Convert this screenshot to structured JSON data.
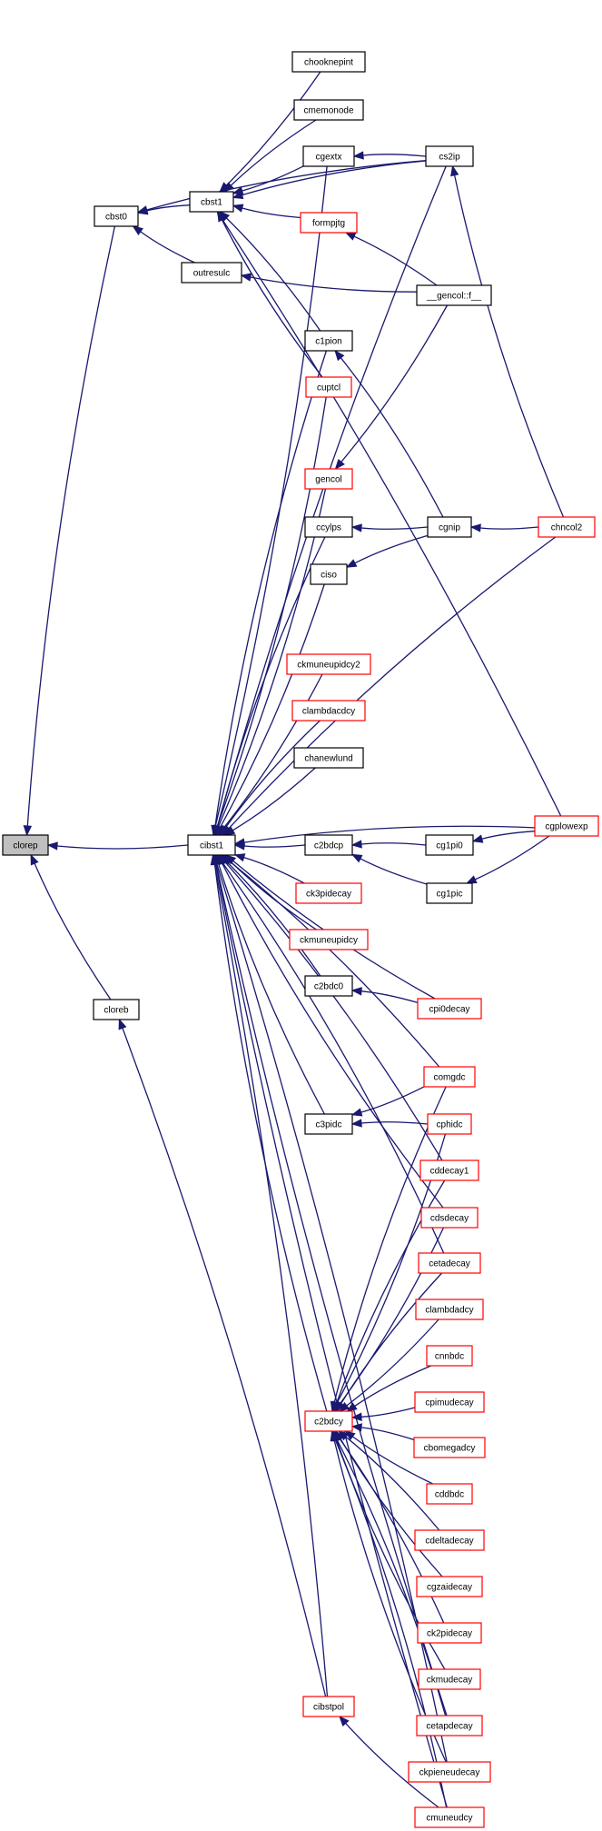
{
  "colors": {
    "background": "#ffffff",
    "edge": "#191970",
    "node_fill": "#ffffff",
    "node_fill_root": "#bfbfbf",
    "border_documented": "#000000",
    "border_truncated": "#ff0000",
    "text": "#000000"
  },
  "nodes": [
    {
      "id": "clorep",
      "label": "clorep",
      "root": true
    },
    {
      "id": "cibst1",
      "label": "cibst1"
    },
    {
      "id": "cbst0",
      "label": "cbst0"
    },
    {
      "id": "cloreb",
      "label": "cloreb"
    },
    {
      "id": "cbst1",
      "label": "cbst1"
    },
    {
      "id": "outresulc",
      "label": "outresulc"
    },
    {
      "id": "chooknepint",
      "label": "chooknepint"
    },
    {
      "id": "cmemonode",
      "label": "cmemonode"
    },
    {
      "id": "cgextx",
      "label": "cgextx"
    },
    {
      "id": "cs2ip",
      "label": "cs2ip"
    },
    {
      "id": "formpjtg",
      "label": "formpjtg",
      "truncated": true
    },
    {
      "id": "gencol_f",
      "label": "__gencol::f__"
    },
    {
      "id": "c1pion",
      "label": "c1pion"
    },
    {
      "id": "cuptcl",
      "label": "cuptcl",
      "truncated": true
    },
    {
      "id": "gencol",
      "label": "gencol",
      "truncated": true
    },
    {
      "id": "ccylps",
      "label": "ccylps"
    },
    {
      "id": "cgnip",
      "label": "cgnip"
    },
    {
      "id": "chncol2",
      "label": "chncol2",
      "truncated": true
    },
    {
      "id": "ciso",
      "label": "ciso"
    },
    {
      "id": "ckmuneupidcy2",
      "label": "ckmuneupidcy2",
      "truncated": true
    },
    {
      "id": "clambdacdcy",
      "label": "clambdacdcy",
      "truncated": true
    },
    {
      "id": "chanewlund",
      "label": "chanewlund"
    },
    {
      "id": "c2bdcp",
      "label": "c2bdcp"
    },
    {
      "id": "cg1pi0",
      "label": "cg1pi0"
    },
    {
      "id": "cgplowexp",
      "label": "cgplowexp",
      "truncated": true
    },
    {
      "id": "ck3pidecay",
      "label": "ck3pidecay",
      "truncated": true
    },
    {
      "id": "cg1pic",
      "label": "cg1pic"
    },
    {
      "id": "ckmuneupidcy",
      "label": "ckmuneupidcy",
      "truncated": true
    },
    {
      "id": "c2bdc0",
      "label": "c2bdc0"
    },
    {
      "id": "cpi0decay",
      "label": "cpi0decay",
      "truncated": true
    },
    {
      "id": "comgdc",
      "label": "comgdc",
      "truncated": true
    },
    {
      "id": "c3pidc",
      "label": "c3pidc"
    },
    {
      "id": "cphidc",
      "label": "cphidc",
      "truncated": true
    },
    {
      "id": "cddecay1",
      "label": "cddecay1",
      "truncated": true
    },
    {
      "id": "cdsdecay",
      "label": "cdsdecay",
      "truncated": true
    },
    {
      "id": "cetadecay",
      "label": "cetadecay",
      "truncated": true
    },
    {
      "id": "clambdadcy",
      "label": "clambdadcy",
      "truncated": true
    },
    {
      "id": "cnnbdc",
      "label": "cnnbdc",
      "truncated": true
    },
    {
      "id": "c2bdcy",
      "label": "c2bdcy",
      "truncated": true
    },
    {
      "id": "cpimudecay",
      "label": "cpimudecay",
      "truncated": true
    },
    {
      "id": "cbomegadcy",
      "label": "cbomegadcy",
      "truncated": true
    },
    {
      "id": "cddbdc",
      "label": "cddbdc",
      "truncated": true
    },
    {
      "id": "cdeltadecay",
      "label": "cdeltadecay",
      "truncated": true
    },
    {
      "id": "cgzaidecay",
      "label": "cgzaidecay",
      "truncated": true
    },
    {
      "id": "ck2pidecay",
      "label": "ck2pidecay",
      "truncated": true
    },
    {
      "id": "ckmudecay",
      "label": "ckmudecay",
      "truncated": true
    },
    {
      "id": "cibstpol",
      "label": "cibstpol",
      "truncated": true
    },
    {
      "id": "cetapdecay",
      "label": "cetapdecay",
      "truncated": true
    },
    {
      "id": "ckpieneudecay",
      "label": "ckpieneudecay",
      "truncated": true
    },
    {
      "id": "cmuneudcy",
      "label": "cmuneudcy",
      "truncated": true
    }
  ],
  "edges": [
    [
      "cibst1",
      "clorep"
    ],
    [
      "cbst0",
      "clorep"
    ],
    [
      "cloreb",
      "clorep"
    ],
    [
      "cbst1",
      "cbst0"
    ],
    [
      "outresulc",
      "cbst0"
    ],
    [
      "cs2ip",
      "cbst0"
    ],
    [
      "chooknepint",
      "cbst1"
    ],
    [
      "cmemonode",
      "cbst1"
    ],
    [
      "cgextx",
      "cbst1"
    ],
    [
      "cs2ip",
      "cbst1"
    ],
    [
      "formpjtg",
      "cbst1"
    ],
    [
      "c1pion",
      "cbst1"
    ],
    [
      "cuptcl",
      "cbst1"
    ],
    [
      "cgplowexp",
      "cbst1"
    ],
    [
      "gencol_f",
      "outresulc"
    ],
    [
      "cs2ip",
      "cgextx"
    ],
    [
      "chncol2",
      "cs2ip"
    ],
    [
      "gencol_f",
      "formpjtg"
    ],
    [
      "gencol_f",
      "gencol"
    ],
    [
      "cgnip",
      "c1pion"
    ],
    [
      "cgnip",
      "ccylps"
    ],
    [
      "cgnip",
      "ciso"
    ],
    [
      "chncol2",
      "cgnip"
    ],
    [
      "cg1pi0",
      "c2bdcp"
    ],
    [
      "cg1pic",
      "c2bdcp"
    ],
    [
      "cgplowexp",
      "cg1pi0"
    ],
    [
      "cgplowexp",
      "cg1pic"
    ],
    [
      "cpi0decay",
      "c2bdc0"
    ],
    [
      "comgdc",
      "c3pidc"
    ],
    [
      "cphidc",
      "c3pidc"
    ],
    [
      "cmuneudcy",
      "cibstpol"
    ],
    [
      "cibstpol",
      "cloreb"
    ],
    [
      "cgextx",
      "cibst1"
    ],
    [
      "cs2ip",
      "cibst1"
    ],
    [
      "cuptcl",
      "cibst1"
    ],
    [
      "c1pion",
      "cibst1"
    ],
    [
      "gencol",
      "cibst1"
    ],
    [
      "ccylps",
      "cibst1"
    ],
    [
      "ciso",
      "cibst1"
    ],
    [
      "chncol2",
      "cibst1"
    ],
    [
      "ckmuneupidcy2",
      "cibst1"
    ],
    [
      "clambdacdcy",
      "cibst1"
    ],
    [
      "chanewlund",
      "cibst1"
    ],
    [
      "cgplowexp",
      "cibst1"
    ],
    [
      "c2bdcp",
      "cibst1"
    ],
    [
      "ck3pidecay",
      "cibst1"
    ],
    [
      "ckmuneupidcy",
      "cibst1"
    ],
    [
      "c2bdc0",
      "cibst1"
    ],
    [
      "cpi0decay",
      "cibst1"
    ],
    [
      "comgdc",
      "cibst1"
    ],
    [
      "c3pidc",
      "cibst1"
    ],
    [
      "cddecay1",
      "cibst1"
    ],
    [
      "cdsdecay",
      "cibst1"
    ],
    [
      "cetadecay",
      "cibst1"
    ],
    [
      "c2bdcy",
      "cibst1"
    ],
    [
      "cibstpol",
      "cibst1"
    ],
    [
      "cetapdecay",
      "cibst1"
    ],
    [
      "ckpieneudecay",
      "cibst1"
    ],
    [
      "cmuneudcy",
      "cibst1"
    ],
    [
      "comgdc",
      "c2bdcy"
    ],
    [
      "cphidc",
      "c2bdcy"
    ],
    [
      "cddecay1",
      "c2bdcy"
    ],
    [
      "cdsdecay",
      "c2bdcy"
    ],
    [
      "cetadecay",
      "c2bdcy"
    ],
    [
      "clambdadcy",
      "c2bdcy"
    ],
    [
      "cnnbdc",
      "c2bdcy"
    ],
    [
      "cpimudecay",
      "c2bdcy"
    ],
    [
      "cbomegadcy",
      "c2bdcy"
    ],
    [
      "cddbdc",
      "c2bdcy"
    ],
    [
      "cdeltadecay",
      "c2bdcy"
    ],
    [
      "cgzaidecay",
      "c2bdcy"
    ],
    [
      "ck2pidecay",
      "c2bdcy"
    ],
    [
      "ckmudecay",
      "c2bdcy"
    ],
    [
      "cetapdecay",
      "c2bdcy"
    ],
    [
      "ckpieneudecay",
      "c2bdcy"
    ],
    [
      "cmuneudcy",
      "c2bdcy"
    ]
  ]
}
